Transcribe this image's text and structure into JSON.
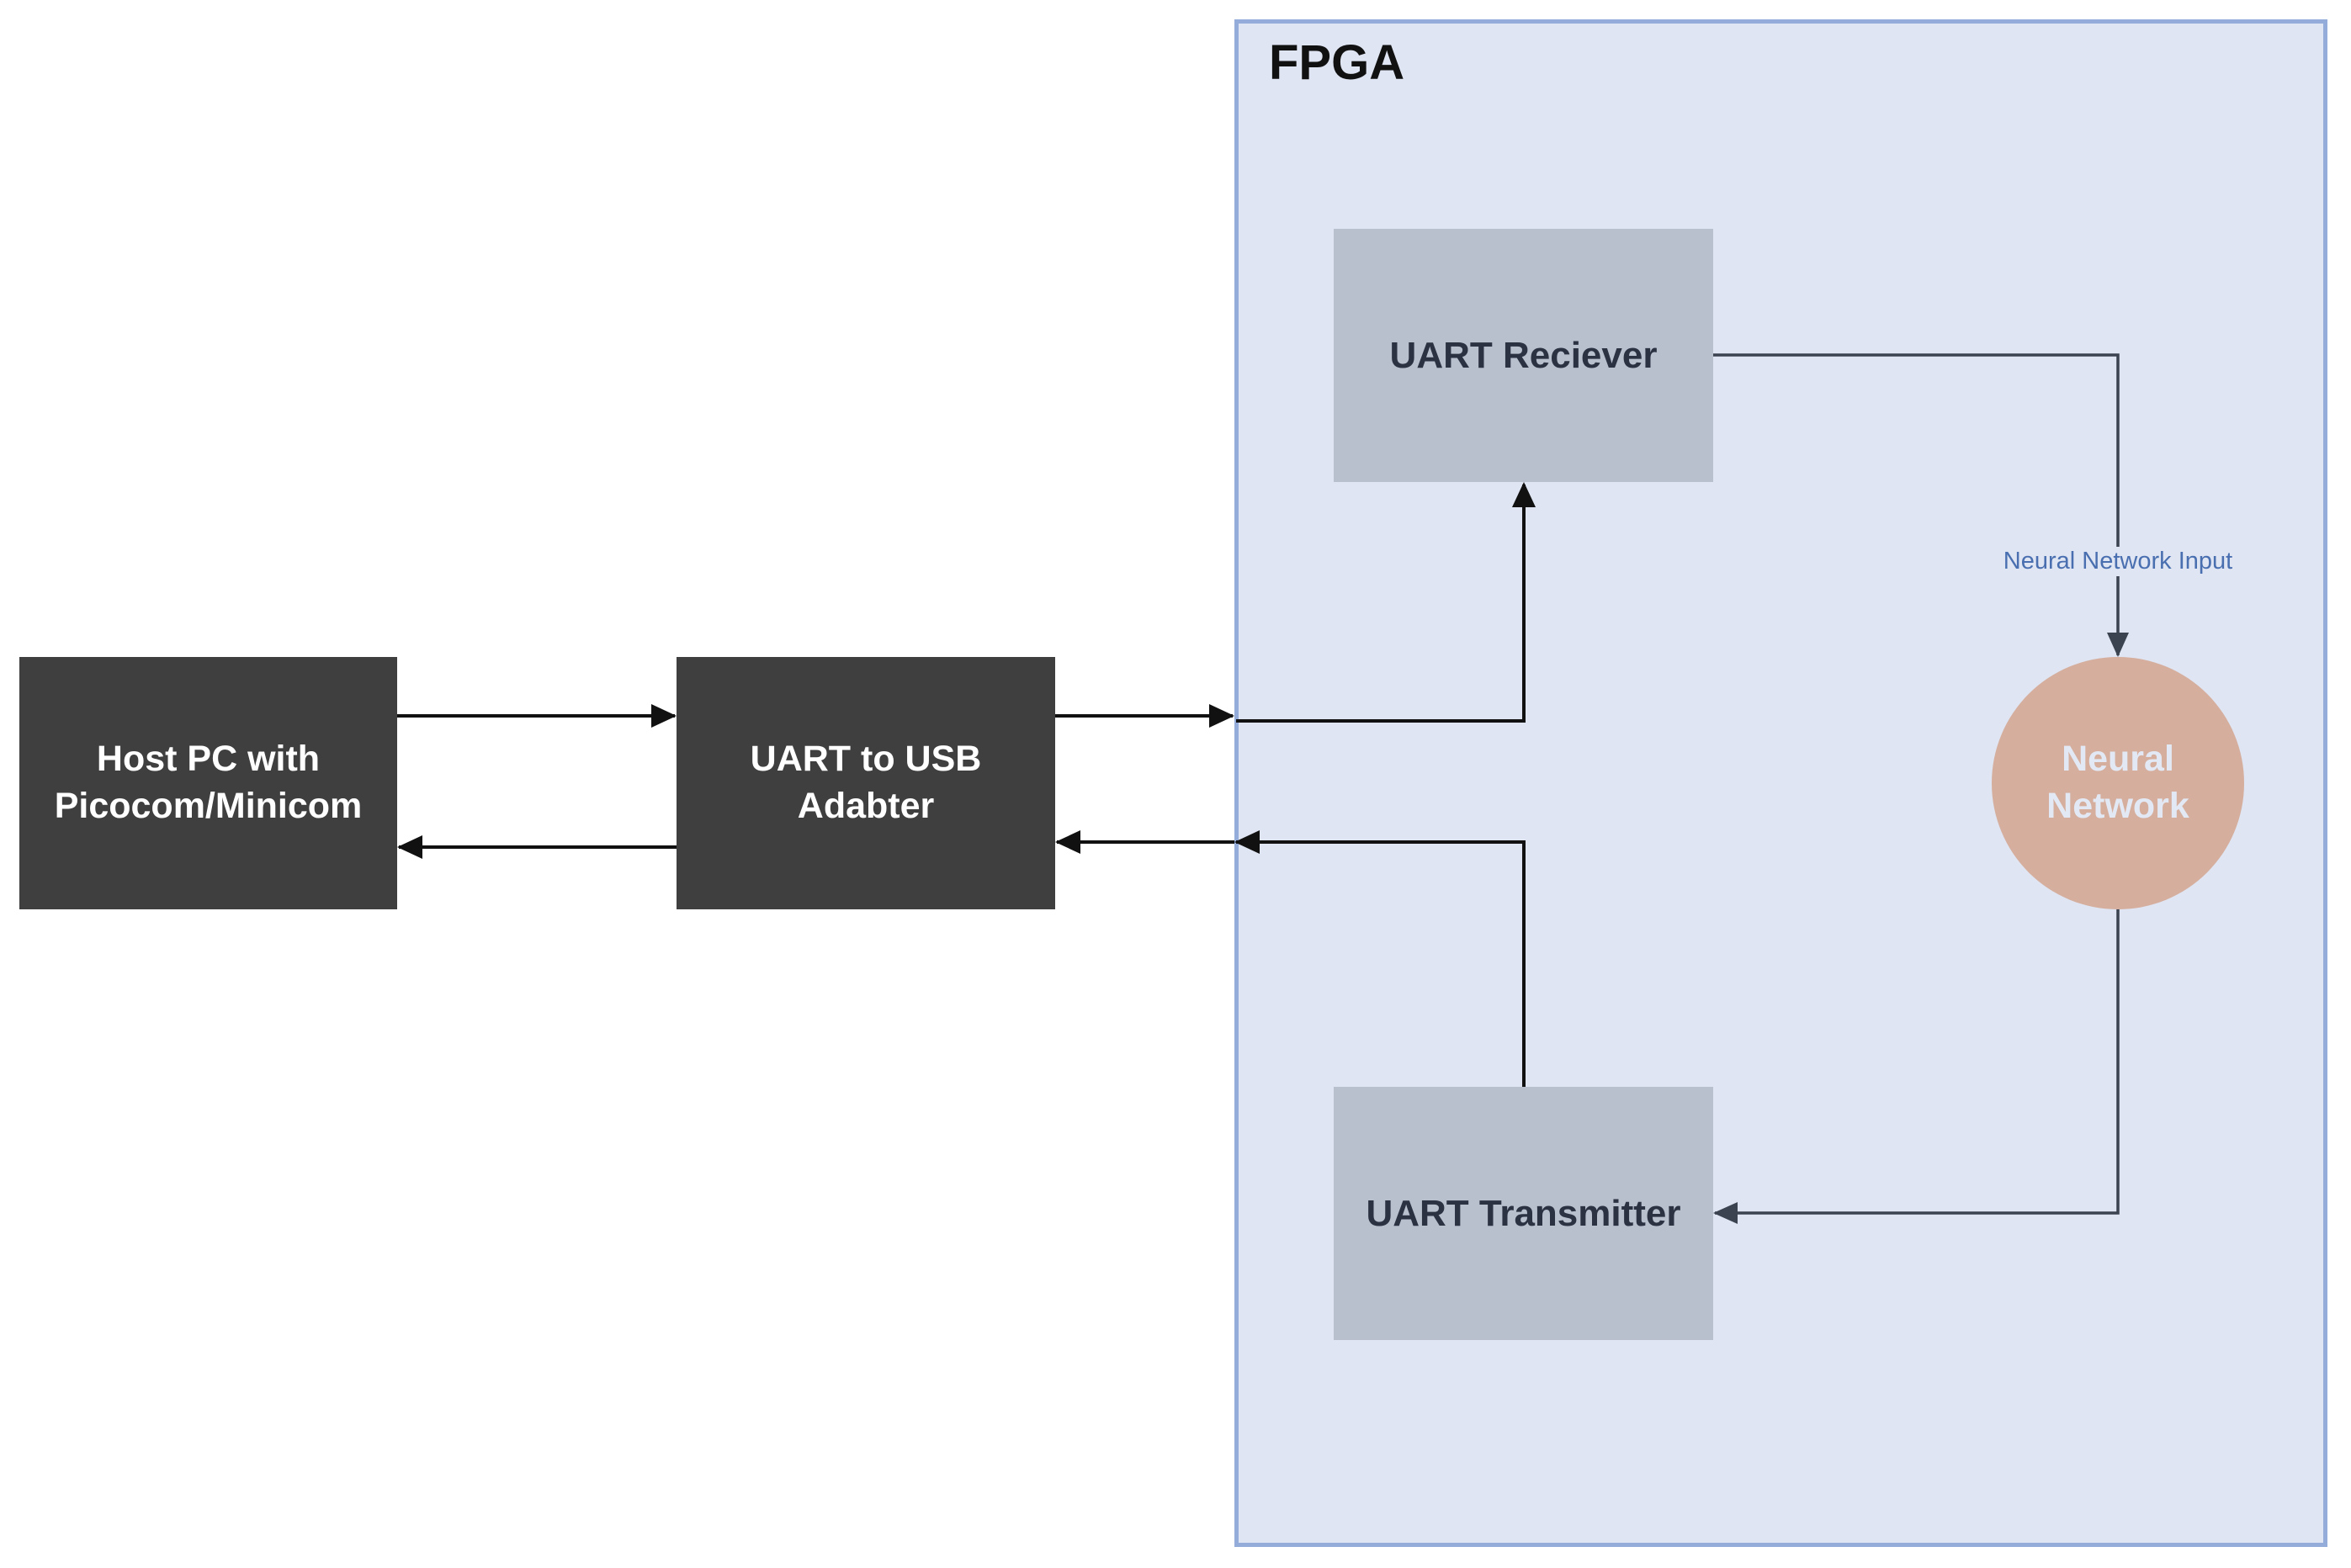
{
  "diagram": {
    "fpga_title": "FPGA",
    "host": {
      "label": "Host PC with Picocom/Minicom"
    },
    "adapter": {
      "label": "UART to USB Adabter"
    },
    "receiver": {
      "label": "UART Reciever"
    },
    "transmitter": {
      "label": "UART Transmitter"
    },
    "neural_network": {
      "label": "Neural Network"
    },
    "edge_label": "Neural Network Input"
  },
  "colors": {
    "fpga_fill": "#dfe5f2",
    "fpga_border": "#93acd9",
    "dark_block": "#3f3f3f",
    "gray_block": "#b8bfcd",
    "neural_fill": "#d5ae9e",
    "label_blue": "#4a6fb0"
  }
}
